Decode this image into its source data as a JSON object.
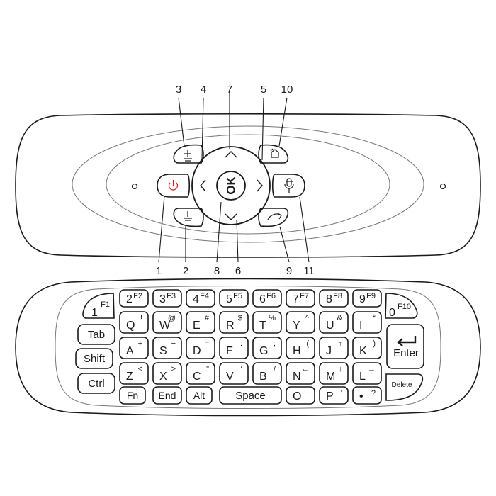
{
  "colors": {
    "ink": "#1a1a1a",
    "outline": "#777777",
    "power": "#cc2222",
    "background": "#ffffff"
  },
  "callouts": {
    "top": [
      "3",
      "4",
      "7",
      "5",
      "10"
    ],
    "bottom": [
      "1",
      "2",
      "8",
      "6",
      "9",
      "11"
    ]
  },
  "remote": {
    "ok_label": "OK",
    "icons": [
      "volume-up-icon",
      "volume-down-icon",
      "power-icon",
      "arrow-up-icon",
      "arrow-down-icon",
      "arrow-left-icon",
      "arrow-right-icon",
      "home-icon",
      "back-icon",
      "mic-icon"
    ]
  },
  "keyboard": {
    "row1": [
      {
        "main": "2",
        "sub": "F2"
      },
      {
        "main": "3",
        "sub": "F3"
      },
      {
        "main": "4",
        "sub": "F4"
      },
      {
        "main": "5",
        "sub": "F5"
      },
      {
        "main": "6",
        "sub": "F6"
      },
      {
        "main": "7",
        "sub": "F7"
      },
      {
        "main": "8",
        "sub": "F8"
      },
      {
        "main": "9",
        "sub": "F9"
      }
    ],
    "key_1": {
      "main": "1",
      "sub": "F1"
    },
    "key_0": {
      "main": "0",
      "sub": "F10"
    },
    "row2": [
      {
        "main": "Q",
        "sub": "!"
      },
      {
        "main": "W",
        "sub": "@"
      },
      {
        "main": "E",
        "sub": "#"
      },
      {
        "main": "R",
        "sub": "$"
      },
      {
        "main": "T",
        "sub": "%"
      },
      {
        "main": "Y",
        "sub": "^"
      },
      {
        "main": "U",
        "sub": "&"
      },
      {
        "main": "I",
        "sub": "*"
      }
    ],
    "row3": [
      {
        "main": "A",
        "sub": "+"
      },
      {
        "main": "S",
        "sub": "−"
      },
      {
        "main": "D",
        "sub": "="
      },
      {
        "main": "F",
        "sub": ":"
      },
      {
        "main": "G",
        "sub": ";"
      },
      {
        "main": "H",
        "sub": "("
      },
      {
        "main": "J",
        "sub": "↑"
      },
      {
        "main": "K",
        "sub": ")"
      }
    ],
    "row4": [
      {
        "main": "Z",
        "sub": "<"
      },
      {
        "main": "X",
        "sub": ">"
      },
      {
        "main": "C",
        "sub": "\""
      },
      {
        "main": "V",
        "sub": "‘"
      },
      {
        "main": "B",
        "sub": "/"
      },
      {
        "main": "N",
        "sub": "←"
      },
      {
        "main": "M",
        "sub": "↓"
      },
      {
        "main": "L",
        "sub": "→"
      }
    ],
    "row5": [
      {
        "main": "Fn",
        "sub": ""
      },
      {
        "main": "End",
        "sub": ""
      },
      {
        "main": "Alt",
        "sub": ""
      },
      {
        "main": "Space",
        "sub": ""
      },
      {
        "main": "O",
        "sub": "−"
      },
      {
        "main": "P",
        "sub": "’"
      },
      {
        "main": "•",
        "sub": "?"
      }
    ],
    "left_keys": [
      "Tab",
      "Shift",
      "Ctrl"
    ],
    "enter_label": "Enter",
    "delete_label": "Delete"
  }
}
